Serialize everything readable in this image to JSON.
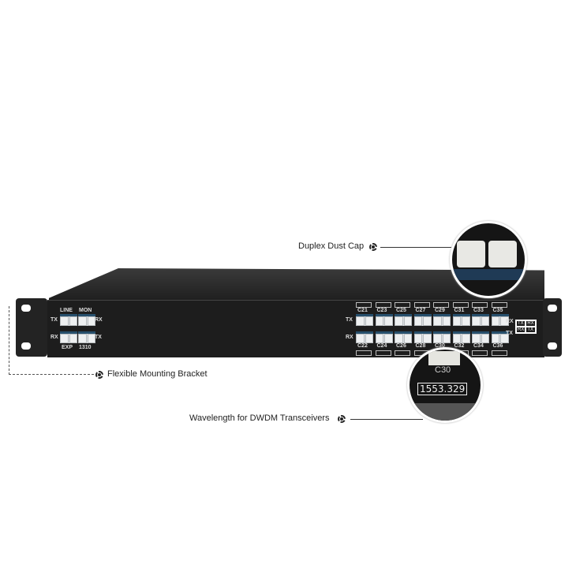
{
  "callouts": {
    "dust_cap": "Duplex Dust Cap",
    "bracket": "Flexible Mounting Bracket",
    "wavelength": "Wavelength for DWDM Transceivers",
    "wavelength_value": "1553.329",
    "wavelength_channel": "C30"
  },
  "left_panel": {
    "line": "LINE",
    "mon": "MON",
    "exp": "EXP",
    "p1310": "1310",
    "tx": "TX",
    "rx": "RX"
  },
  "right_panel": {
    "top_channels": [
      "C21",
      "C23",
      "C25",
      "C27",
      "C29",
      "C31",
      "C33",
      "C35"
    ],
    "bottom_channels": [
      "C22",
      "C24",
      "C26",
      "C28",
      "C30",
      "C32",
      "C34",
      "C36"
    ],
    "tx": "TX",
    "rx": "RX",
    "legend": [
      "TX",
      "RX",
      "RX",
      "TX"
    ]
  }
}
